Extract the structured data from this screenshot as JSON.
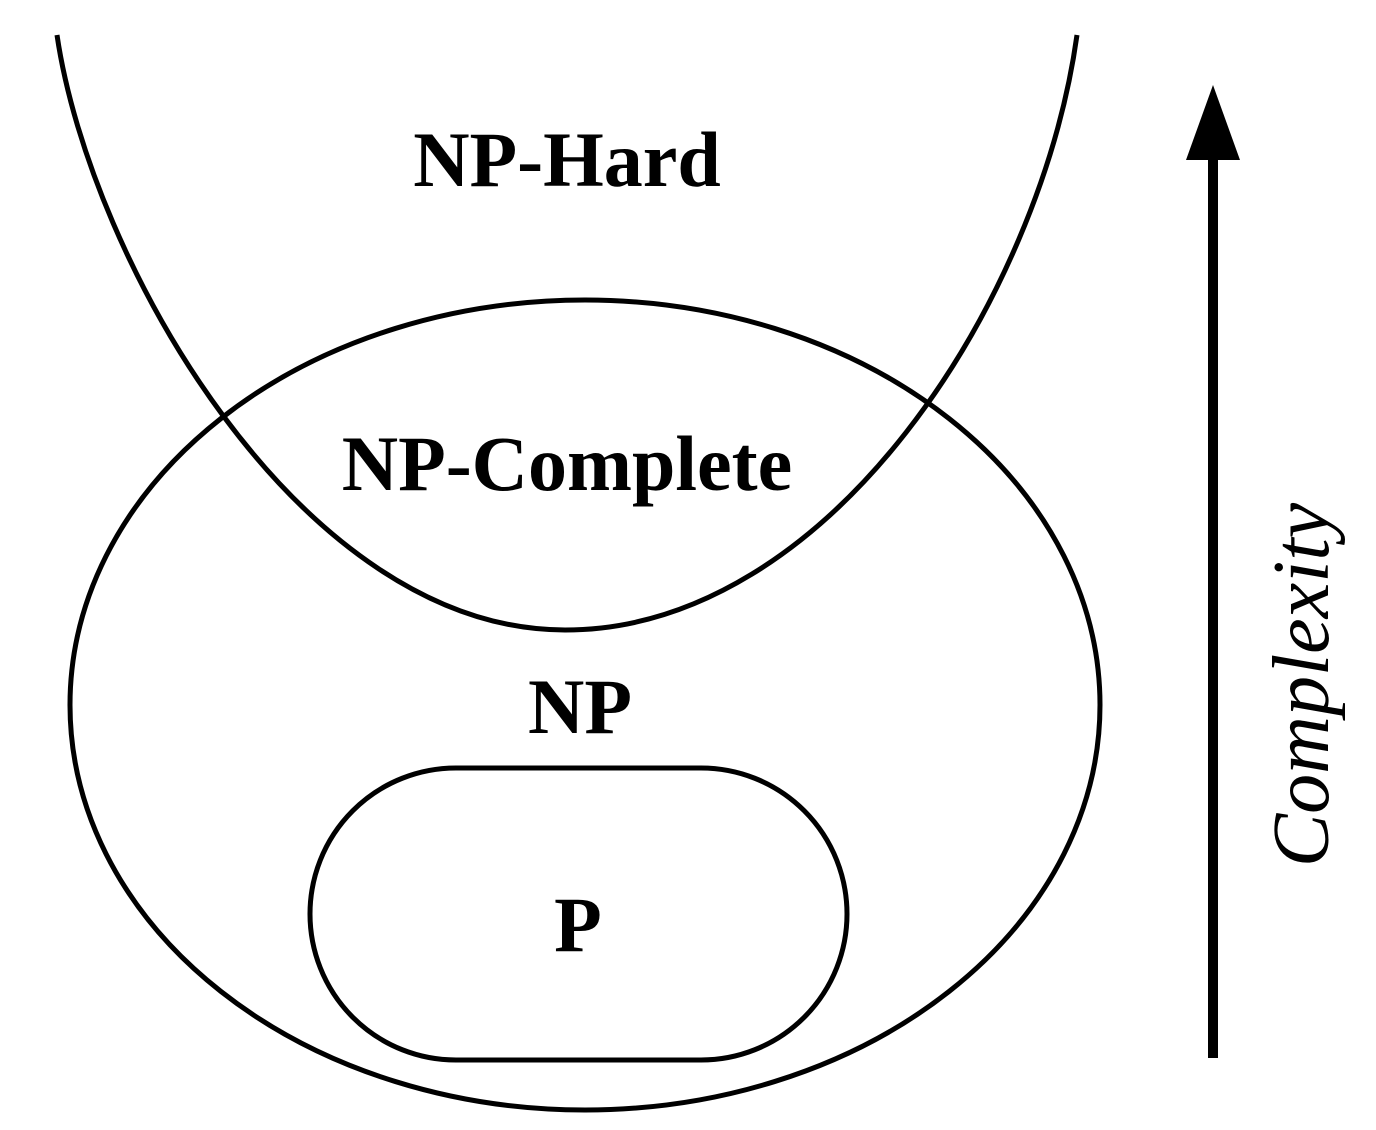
{
  "labels": {
    "np_hard": "NP-Hard",
    "np_complete": "NP-Complete",
    "np": "NP",
    "p": "P",
    "axis": "Complexity"
  },
  "colors": {
    "stroke": "#000000",
    "text": "#000000",
    "background": "#ffffff"
  }
}
